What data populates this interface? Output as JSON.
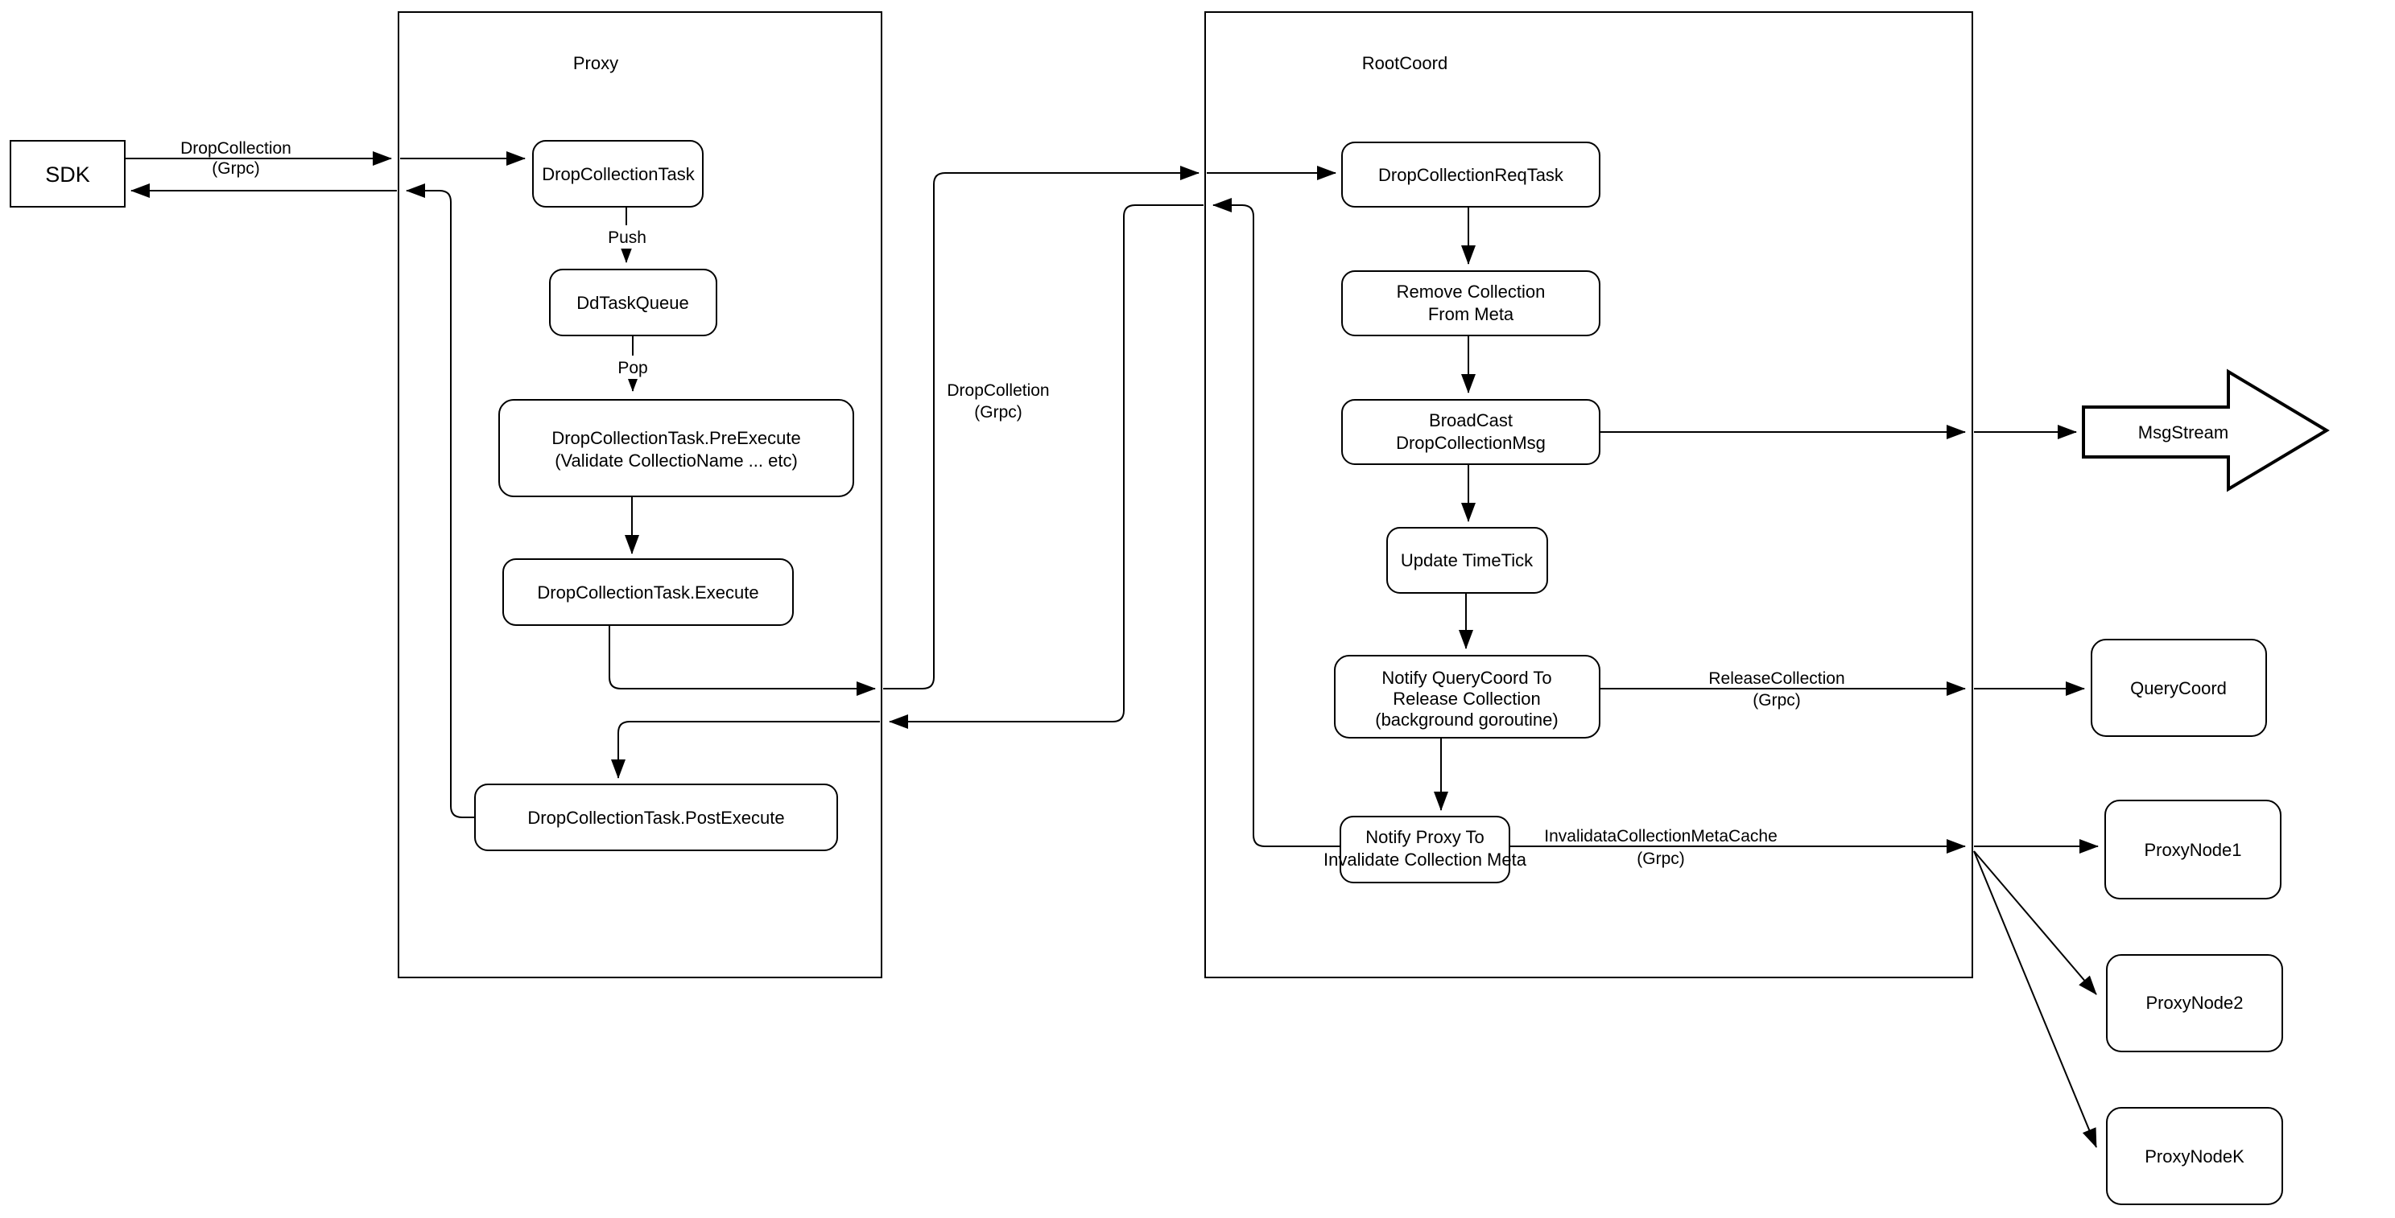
{
  "sdk": {
    "label": "SDK"
  },
  "proxy": {
    "title": "Proxy",
    "drop_collection_task": "DropCollectionTask",
    "dd_task_queue": "DdTaskQueue",
    "pre_execute_line1": "DropCollectionTask.PreExecute",
    "pre_execute_line2": "(Validate CollectioName ... etc)",
    "execute": "DropCollectionTask.Execute",
    "post_execute": "DropCollectionTask.PostExecute"
  },
  "rootcoord": {
    "title": "RootCoord",
    "req_task": "DropCollectionReqTask",
    "remove_line1": "Remove Collection",
    "remove_line2": "From Meta",
    "broadcast_line1": "BroadCast",
    "broadcast_line2": "DropCollectionMsg",
    "update_timetick": "Update TimeTick",
    "notify_qc_line1": "Notify QueryCoord To",
    "notify_qc_line2": "Release Collection",
    "notify_qc_line3": "(background goroutine)",
    "notify_proxy_line1": "Notify Proxy To",
    "notify_proxy_line2": "Invalidate Collection Meta"
  },
  "external": {
    "msg_stream": "MsgStream",
    "query_coord": "QueryCoord",
    "proxy_node1": "ProxyNode1",
    "proxy_node2": "ProxyNode2",
    "proxy_nodek": "ProxyNodeK"
  },
  "edge_labels": {
    "sdk_grpc_line1": "DropCollection",
    "sdk_grpc_line2": "(Grpc)",
    "push": "Push",
    "pop": "Pop",
    "mid_grpc_line1": "DropColletion",
    "mid_grpc_line2": "(Grpc)",
    "release_line1": "ReleaseCollection",
    "release_line2": "(Grpc)",
    "invalidate_line1": "InvalidataCollectionMetaCache",
    "invalidate_line2": "(Grpc)"
  },
  "colors": {
    "stroke": "#000000",
    "background": "#ffffff"
  }
}
